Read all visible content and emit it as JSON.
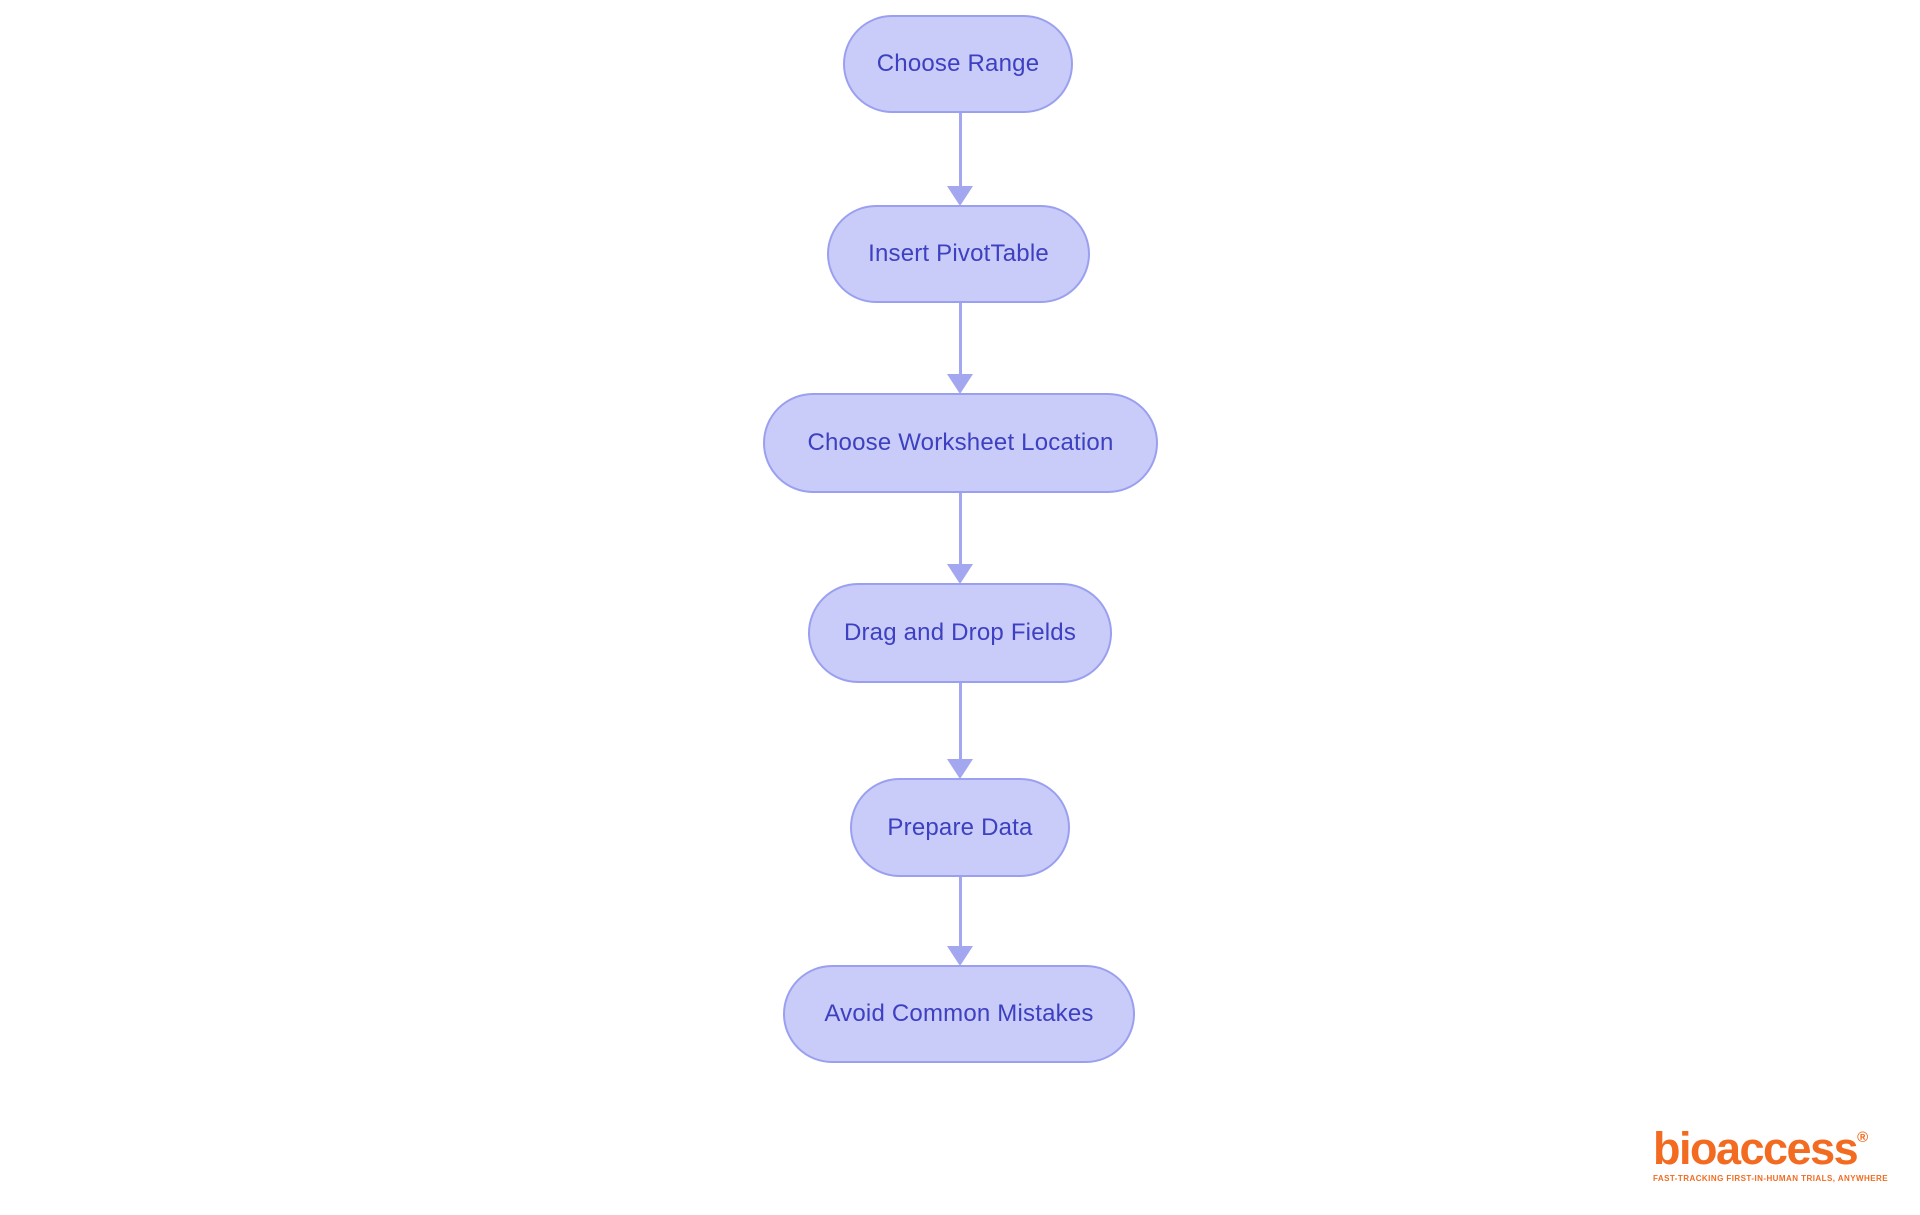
{
  "colors": {
    "node_fill": "#c9cbf8",
    "node_border": "#9aa0ef",
    "node_text": "#3d40c0",
    "arrow": "#a3a7f0",
    "logo_orange": "#f26b21",
    "page_bg": "#ffffff"
  },
  "flowchart": {
    "type": "vertical-flow",
    "nodes": [
      {
        "label": "Choose Range"
      },
      {
        "label": "Insert PivotTable"
      },
      {
        "label": "Choose Worksheet Location"
      },
      {
        "label": "Drag and Drop Fields"
      },
      {
        "label": "Prepare Data"
      },
      {
        "label": "Avoid Common Mistakes"
      }
    ],
    "edges": [
      {
        "from": "Choose Range",
        "to": "Insert PivotTable"
      },
      {
        "from": "Insert PivotTable",
        "to": "Choose Worksheet Location"
      },
      {
        "from": "Choose Worksheet Location",
        "to": "Drag and Drop Fields"
      },
      {
        "from": "Drag and Drop Fields",
        "to": "Prepare Data"
      },
      {
        "from": "Prepare Data",
        "to": "Avoid Common Mistakes"
      }
    ]
  },
  "logo": {
    "brand": "bioaccess",
    "registered": "®",
    "tagline": "FAST-TRACKING FIRST-IN-HUMAN TRIALS, ANYWHERE"
  }
}
